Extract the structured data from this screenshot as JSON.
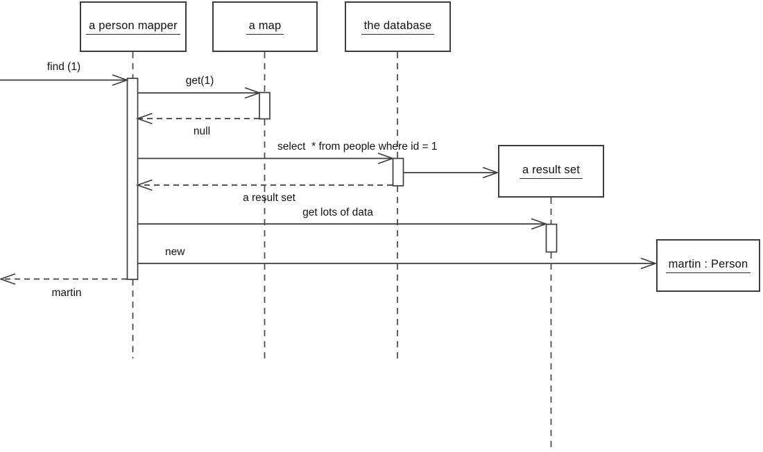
{
  "diagram": {
    "type": "uml-sequence-diagram",
    "participants": [
      {
        "id": "person-mapper",
        "label": "a person mapper"
      },
      {
        "id": "map",
        "label": "a map"
      },
      {
        "id": "database",
        "label": "the database"
      },
      {
        "id": "result-set",
        "label": "a result set"
      },
      {
        "id": "martin-person",
        "label": "martin : Person"
      }
    ],
    "messages": [
      {
        "id": "find",
        "label": "find (1)",
        "type": "sync-call",
        "from": "caller",
        "to": "person-mapper"
      },
      {
        "id": "get",
        "label": "get(1)",
        "type": "sync-call",
        "from": "person-mapper",
        "to": "map"
      },
      {
        "id": "null-return",
        "label": "null",
        "type": "return",
        "from": "map",
        "to": "person-mapper"
      },
      {
        "id": "select",
        "label": "select  * from people where id = 1",
        "type": "sync-call",
        "from": "person-mapper",
        "to": "database"
      },
      {
        "id": "create-result-set",
        "label": "",
        "type": "create",
        "from": "database",
        "to": "result-set"
      },
      {
        "id": "result-set-return",
        "label": "a result set",
        "type": "return",
        "from": "database",
        "to": "person-mapper"
      },
      {
        "id": "get-lots-of-data",
        "label": "get lots of data",
        "type": "sync-call",
        "from": "person-mapper",
        "to": "result-set"
      },
      {
        "id": "new",
        "label": "new",
        "type": "create",
        "from": "person-mapper",
        "to": "martin-person"
      },
      {
        "id": "martin-return",
        "label": "martin",
        "type": "return",
        "from": "person-mapper",
        "to": "caller"
      }
    ],
    "colors": {
      "background": "#ffffff",
      "line": "#3c3c3c",
      "lifeline": "#4d4d4d",
      "text": "#111111"
    }
  }
}
